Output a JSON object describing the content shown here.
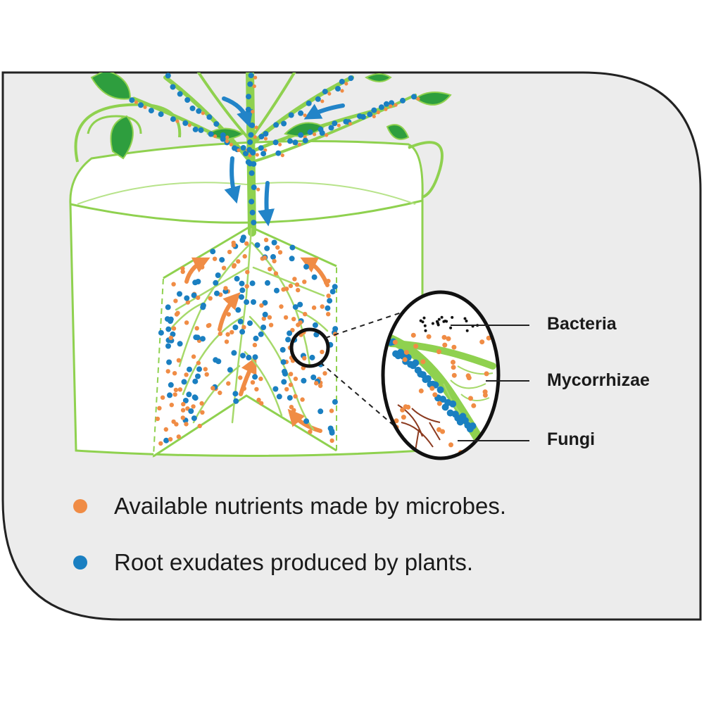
{
  "callouts": {
    "bacteria": "Bacteria",
    "mycorrhizae": "Mycorrhizae",
    "fungi": "Fungi"
  },
  "legend": [
    {
      "label": "Available nutrients made by microbes.",
      "color": "#f08c45"
    },
    {
      "label": "Root exudates produced by plants.",
      "color": "#1a7fc1"
    }
  ],
  "colors": {
    "panel_background": "#ececec",
    "panel_border": "#222222",
    "plant_green": "#8fd14f",
    "leaf_green": "#2e9e3e",
    "nutrient_orange": "#f08c45",
    "exudate_blue": "#1a7fc1",
    "flow_arrow_blue": "#2284c8",
    "flow_arrow_orange": "#f08c45"
  }
}
